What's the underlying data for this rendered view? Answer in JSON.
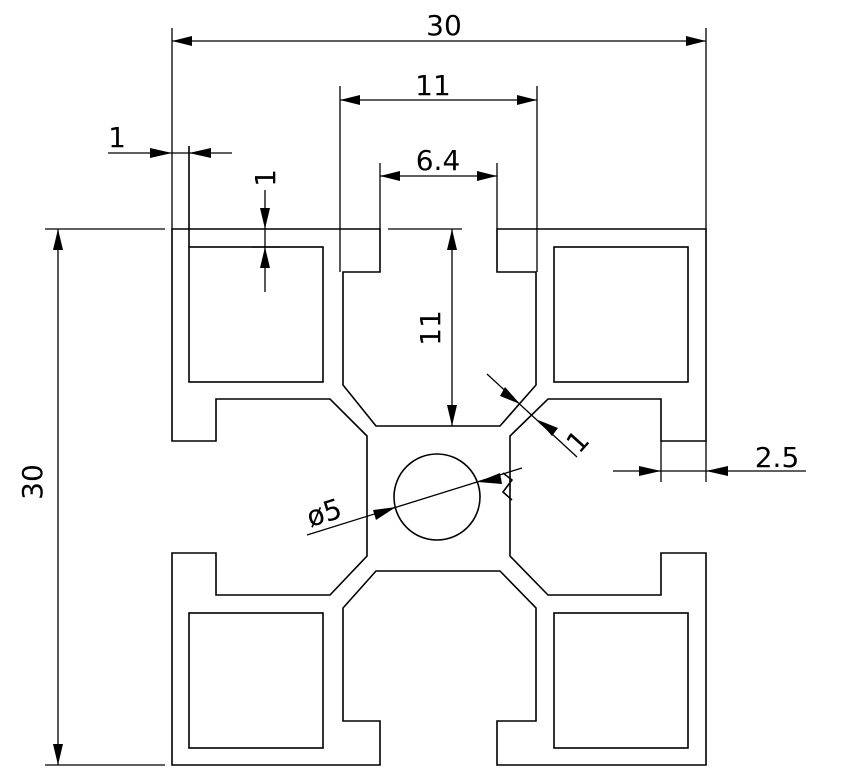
{
  "drawing": {
    "dimensions": {
      "overall_width": "30",
      "overall_height": "30",
      "center_opening_width": "11",
      "slot_width": "6.4",
      "slot_depth": "11",
      "wall_thickness_horizontal": "1",
      "wall_thickness_vertical": "1",
      "web_thickness": "1",
      "lip_width": "2.5",
      "bore_diameter": "ø5"
    }
  }
}
